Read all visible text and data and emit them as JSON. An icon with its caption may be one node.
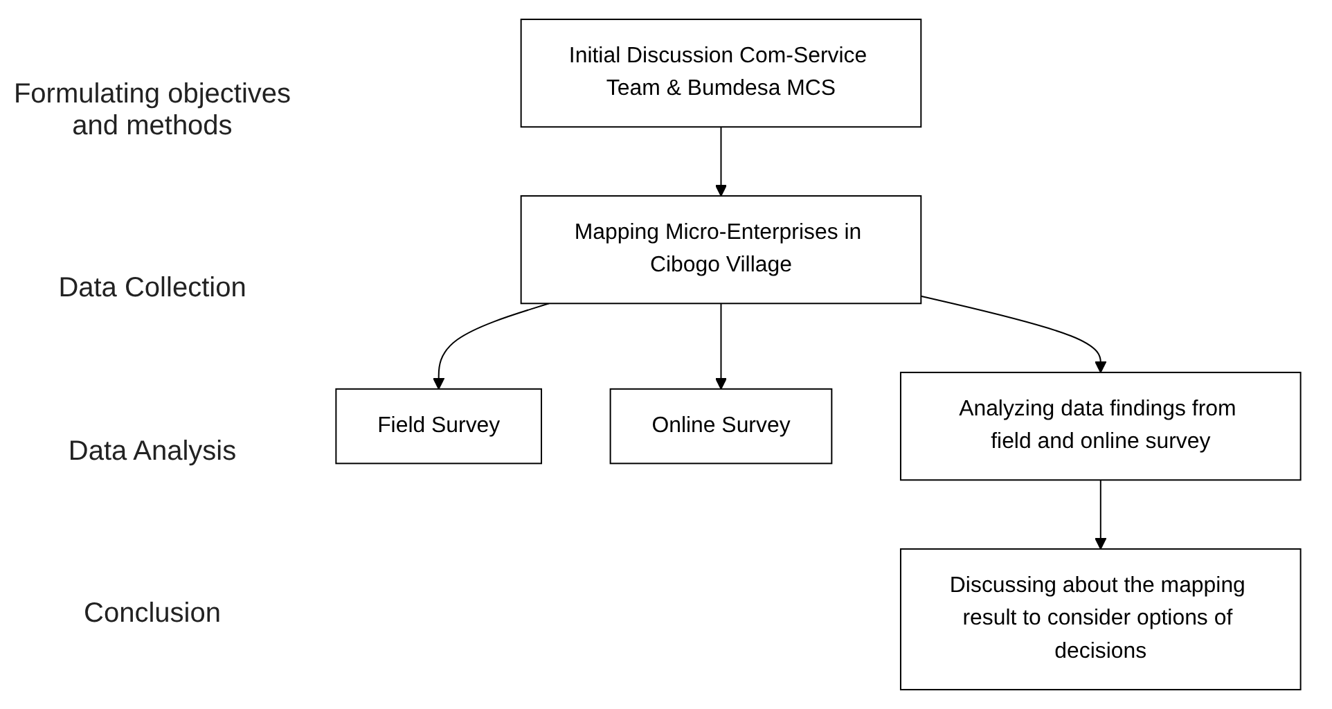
{
  "diagram": {
    "nodes": [
      {
        "text": [
          "Initial Discussion Com-Service Team & Bumdesa MCS"
        ]
      },
      {
        "text": [
          "Mapping Micro-Enterprises in Cibogo Village"
        ]
      },
      {
        "text": [
          "Field Survey"
        ]
      },
      {
        "text": [
          "Online Survey"
        ]
      },
      {
        "text": [
          "Analyzing data findings from field and online survey"
        ]
      },
      {
        "text": [
          "Discussing about the mapping result to consider options of decisions"
        ]
      }
    ],
    "edges": [
      {
        "from": 0,
        "to": 1,
        "arrow": "to"
      },
      {
        "from": 1,
        "to": 2,
        "arrow": "to"
      },
      {
        "from": 1,
        "to": 3,
        "arrow": "to"
      },
      {
        "from": 1,
        "to": 4,
        "arrow": "to"
      },
      {
        "from": 4,
        "to": 5,
        "arrow": "to"
      }
    ],
    "labels": [
      "Formulating objectives and methods",
      "Data Collection",
      "Data Analysis",
      "Conclusion"
    ]
  }
}
